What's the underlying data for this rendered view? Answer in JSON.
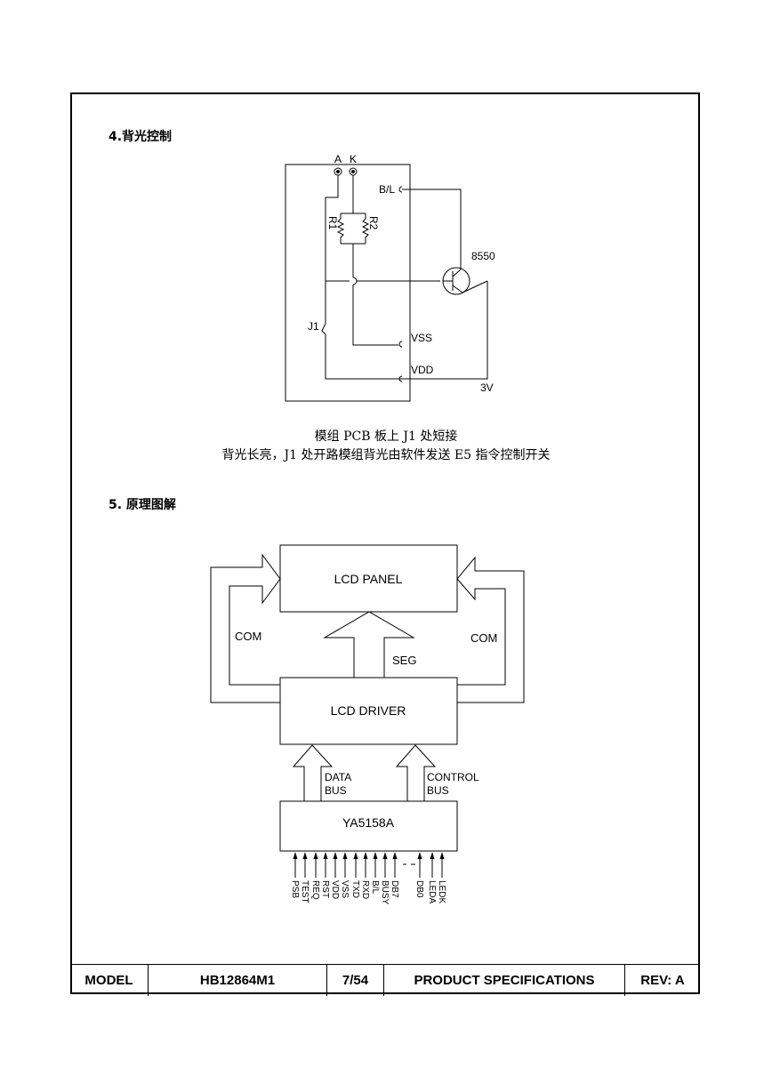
{
  "sections": {
    "backlight_title": "4.背光控制",
    "schematic_title": "5. 原理图解"
  },
  "backlight": {
    "pin_a": "A",
    "pin_k": "K",
    "bl_label": "B/L",
    "r1": "R1",
    "r2": "R2",
    "transistor": "8550",
    "j1": "J1",
    "vss": "VSS",
    "vdd": "VDD",
    "supply": "3V",
    "caption_line1": "模组 PCB 板上 J1 处短接",
    "caption_line2": "背光长亮，J1 处开路模组背光由软件发送 E5 指令控制开关"
  },
  "block": {
    "lcd_panel": "LCD PANEL",
    "lcd_driver": "LCD DRIVER",
    "controller": "YA5158A",
    "com_left": "COM",
    "com_right": "COM",
    "seg": "SEG",
    "data_bus_1": "DATA",
    "data_bus_2": "BUS",
    "control_bus_1": "CONTROL",
    "control_bus_2": "BUS",
    "pins": [
      "PSB",
      "TEST",
      "REQ",
      "RST",
      "VDD",
      "VSS",
      "TXD",
      "RXD",
      "B/L",
      "BUSY",
      "DB7",
      "DB0",
      "LEDA",
      "LEDK"
    ]
  },
  "footer": {
    "model_label": "MODEL",
    "model_value": "HB12864M1",
    "page": "7/54",
    "doc_title": "PRODUCT SPECIFICATIONS",
    "revision": "REV: A"
  }
}
